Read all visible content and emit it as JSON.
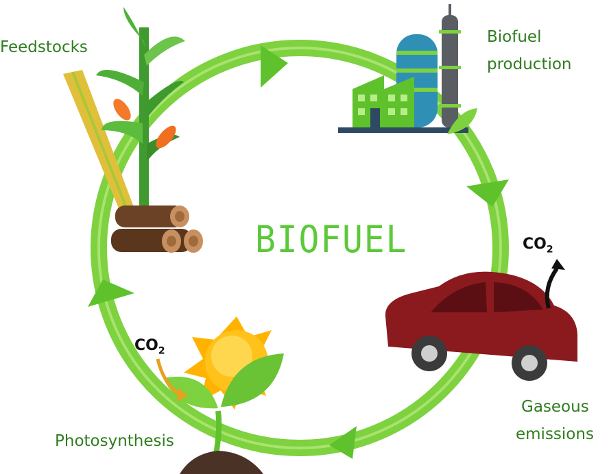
{
  "title": "BIOFUEL",
  "stages": {
    "feedstocks": "Feedstocks",
    "production_line1": "Biofuel",
    "production_line2": "production",
    "emissions_line1": "Gaseous",
    "emissions_line2": "emissions",
    "photosynthesis": "Photosynthesis"
  },
  "co2": {
    "base": "CO",
    "subscript": "2"
  },
  "colors": {
    "cycle_green": "#7ed13f",
    "label_green": "#2f7d1f",
    "title_green": "#5cc93a",
    "car_red": "#8b1a1e",
    "sun_yellow": "#ffc21a",
    "log_brown": "#6b4226"
  }
}
